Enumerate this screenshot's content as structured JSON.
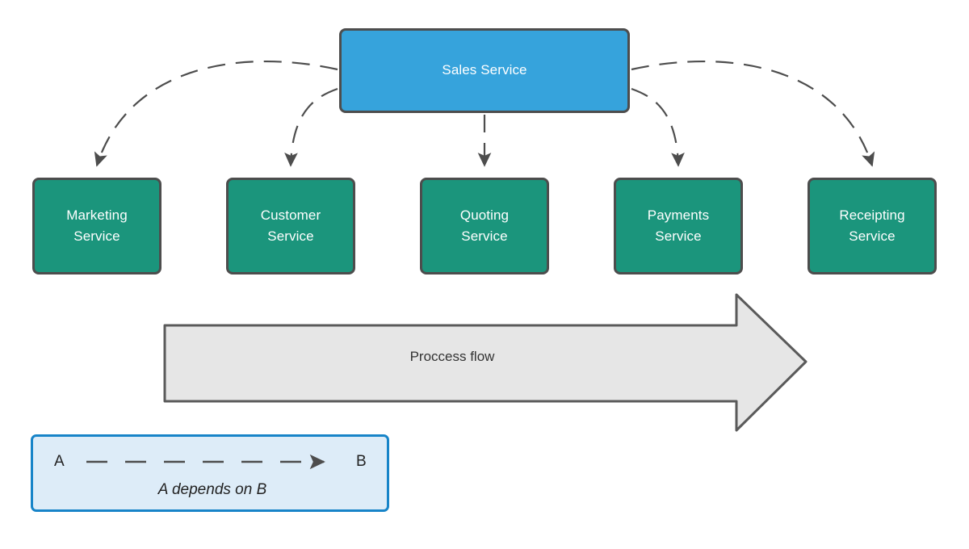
{
  "diagram": {
    "title": "Sales Service dependency diagram",
    "background": "#ffffff",
    "colors": {
      "root_fill": "#36a3dc",
      "leaf_fill": "#1b957c",
      "node_stroke": "#4d4d4d",
      "node_text": "#ffffff",
      "flow_fill": "#e6e6e6",
      "flow_stroke": "#5a5a5a",
      "flow_text": "#333333",
      "legend_fill": "#ddecf8",
      "legend_stroke": "#1784c8",
      "legend_text": "#222222",
      "edge_stroke": "#4d4d4d"
    }
  },
  "root": {
    "label": "Sales Service",
    "name": "sales-service"
  },
  "leaves": [
    {
      "label": "Marketing\nService",
      "name": "marketing-service"
    },
    {
      "label": "Customer\nService",
      "name": "customer-service"
    },
    {
      "label": "Quoting\nService",
      "name": "quoting-service"
    },
    {
      "label": "Payments\nService",
      "name": "payments-service"
    },
    {
      "label": "Receipting\nService",
      "name": "receipting-service"
    }
  ],
  "edges": [
    {
      "from": "Sales Service",
      "to": "Marketing Service",
      "style": "dashed",
      "arrow": "to"
    },
    {
      "from": "Sales Service",
      "to": "Customer Service",
      "style": "dashed",
      "arrow": "to"
    },
    {
      "from": "Sales Service",
      "to": "Quoting Service",
      "style": "dashed",
      "arrow": "to"
    },
    {
      "from": "Sales Service",
      "to": "Payments Service",
      "style": "dashed",
      "arrow": "to"
    },
    {
      "from": "Sales Service",
      "to": "Receipting Service",
      "style": "dashed",
      "arrow": "to"
    }
  ],
  "flow": {
    "label": "Proccess flow",
    "direction": "left-to-right"
  },
  "legend": {
    "source_label": "A",
    "target_label": "B",
    "caption": "A depends on B",
    "line_style": "dashed",
    "arrow": "to-target"
  }
}
